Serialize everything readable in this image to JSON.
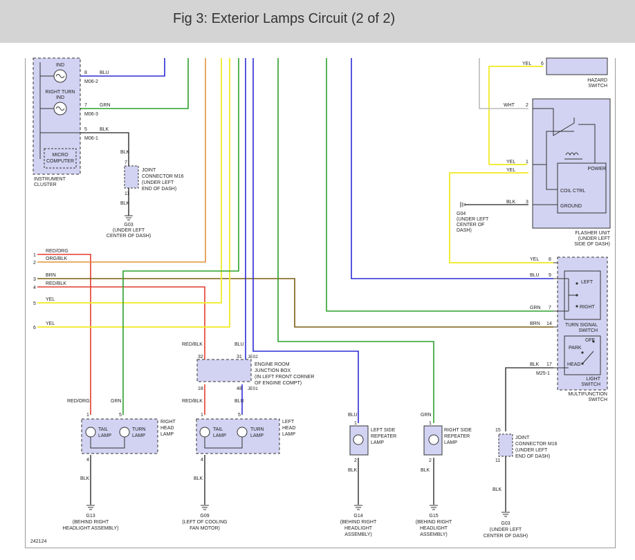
{
  "title": "Fig 3: Exterior Lamps Circuit (2 of 2)",
  "figure_id": "242124",
  "colors": {
    "blue": "#2a2ad6",
    "green": "#2aa02a",
    "orange": "#e0903a",
    "yellow": "#f2ec3a",
    "red": "#e23a2a",
    "brown": "#7a5a10",
    "black": "#444444",
    "gray": "#aaaaaa",
    "box_fill": "#d2d2f2",
    "box_stroke": "#333333"
  },
  "cluster": {
    "label1": "INSTRUMENT",
    "label2": "CLUSTER",
    "left_turn": "IND",
    "right_turn1": "RIGHT TURN",
    "right_turn2": "IND",
    "micro1": "MICRO",
    "micro2": "COMPUTER",
    "pins": [
      {
        "pin": "8",
        "wire": "BLU",
        "conn": "M06-2"
      },
      {
        "pin": "7",
        "wire": "GRN",
        "conn": "M06-3"
      },
      {
        "pin": "5",
        "wire": "BLK",
        "conn": "M06-1"
      }
    ]
  },
  "jc_top": {
    "l1": "JOINT",
    "l2": "CONNECTOR M16",
    "l3": "(UNDER LEFT",
    "l4": "END OF DASH)",
    "pin_top": "7",
    "pin_bot": "11",
    "wire_top": "BLK",
    "wire_bot": "BLK"
  },
  "g03_top": {
    "l1": "G03",
    "l2": "(UNDER LEFT",
    "l3": "CENTER OF DASH)"
  },
  "left_wires": [
    {
      "num": "1",
      "label": "RED/ORG"
    },
    {
      "num": "2",
      "label": "ORG/BLK"
    },
    {
      "num": "3",
      "label": "BRN"
    },
    {
      "num": "4",
      "label": "RED/BLK"
    },
    {
      "num": "5",
      "label": "YEL"
    },
    {
      "num": "6",
      "label": "YEL"
    }
  ],
  "hazard": {
    "l1": "HAZARD",
    "l2": "SWITCH",
    "pin": "6",
    "wire": "YEL"
  },
  "flasher": {
    "power": "POWER",
    "coil": "COIL CTRL",
    "ground": "GROUND",
    "l1": "FLASHER UNIT",
    "l2": "(UNDER LEFT",
    "l3": "SIDE OF DASH)",
    "pin_wht": "2",
    "wire_wht": "WHT",
    "pin_yel": "1",
    "wire_yel1": "YEL",
    "wire_yel2": "YEL",
    "pin_gnd": "3",
    "wire_gnd": "BLK"
  },
  "g04": {
    "l1": "G04",
    "l2": "(UNDER LEFT",
    "l3": "CENTER OF",
    "l4": "DASH)"
  },
  "multifunction": {
    "left": "LEFT",
    "right": "RIGHT",
    "off": "OFF",
    "park": "PARK",
    "head": "HEAD",
    "turn1": "TURN SIGNAL",
    "turn2": "SWITCH",
    "light1": "LIGHT",
    "light2": "SWITCH",
    "mf1": "MULTIFUNCTION",
    "mf2": "SWITCH",
    "conn": "M25-1",
    "pins": [
      {
        "pin": "8",
        "wire": "YEL"
      },
      {
        "pin": "9",
        "wire": "BLU"
      },
      {
        "pin": "7",
        "wire": "GRN"
      },
      {
        "pin": "14",
        "wire": "BRN"
      },
      {
        "pin": "17",
        "wire": "BLK"
      }
    ]
  },
  "junction_box": {
    "l1": "ENGINE ROOM",
    "l2": "JUNCTION BOX",
    "l3": "(IN LEFT FRONT CORNER",
    "l4": "OF ENGINE COMPT)",
    "pin32": "32",
    "pin31": "31",
    "pin18": "18",
    "pin48": "48",
    "je02": "JE02",
    "je01": "JE01",
    "wire_redblk_top": "RED/BLK",
    "wire_blu_top": "BLU",
    "wire_redblk_bot": "RED/BLK",
    "wire_blu_bot": "BLU"
  },
  "right_head": {
    "tail1": "TAIL",
    "tail2": "LAMP",
    "turn1": "TURN",
    "turn2": "LAMP",
    "l1": "RIGHT",
    "l2": "HEAD",
    "l3": "LAMP",
    "pin1": "1",
    "pin5": "5",
    "pin4": "4",
    "wire1": "RED/ORG",
    "wire5": "GRN",
    "wire_gnd": "BLK"
  },
  "left_head": {
    "tail1": "TAIL",
    "tail2": "LAMP",
    "turn1": "TURN",
    "turn2": "LAMP",
    "l1": "LEFT",
    "l2": "HEAD",
    "l3": "LAMP",
    "pin1": "1",
    "pin5": "5",
    "pin4": "4",
    "wire1": "RED/BLK",
    "wire5": "BLU",
    "wire_gnd": "BLK"
  },
  "left_repeater": {
    "l1": "LEFT SIDE",
    "l2": "REPEATER",
    "l3": "LAMP",
    "pin1": "1",
    "pin2": "2",
    "wire_top": "BLU",
    "wire_bot": "BLK"
  },
  "right_repeater": {
    "l1": "RIGHT SIDE",
    "l2": "REPEATER",
    "l3": "LAMP",
    "pin1": "1",
    "pin2": "2",
    "wire_top": "GRN",
    "wire_bot": "BLK"
  },
  "jc_bot": {
    "l1": "JOINT",
    "l2": "CONNECTOR M16",
    "l3": "(UNDER LEFT",
    "l4": "END OF DASH)",
    "pin_top": "15",
    "pin_bot": "11",
    "wire": "BLK"
  },
  "grounds": [
    {
      "id": "G13",
      "l2": "(BEHIND RIGHT",
      "l3": "HEADLIGHT ASSEMBLY)",
      "l4": ""
    },
    {
      "id": "G09",
      "l2": "(LEFT OF COOLING",
      "l3": "FAN MOTOR)",
      "l4": ""
    },
    {
      "id": "G14",
      "l2": "(BEHIND RIGHT",
      "l3": "HEADLIGHT",
      "l4": "ASSEMBLY)"
    },
    {
      "id": "G15",
      "l2": "(BEHIND RIGHT",
      "l3": "HEADLIGHT",
      "l4": "ASSEMBLY)"
    },
    {
      "id": "G03",
      "l2": "(UNDER LEFT",
      "l3": "CENTER OF DASH)",
      "l4": ""
    }
  ]
}
